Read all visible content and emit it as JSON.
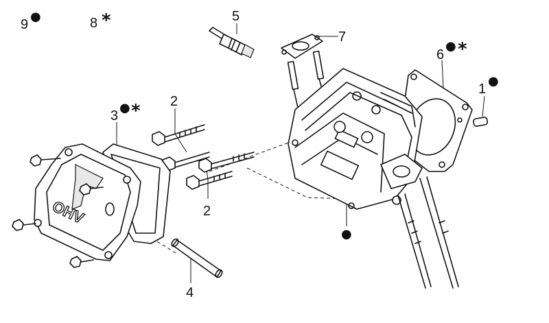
{
  "callouts": [
    {
      "id": "9",
      "label": "9",
      "marks": [
        "●"
      ]
    },
    {
      "id": "8",
      "label": "8",
      "marks": [
        "*"
      ]
    },
    {
      "id": "5",
      "label": "5",
      "marks": []
    },
    {
      "id": "7",
      "label": "7",
      "marks": []
    },
    {
      "id": "6",
      "label": "6",
      "marks": [
        "●",
        "*"
      ]
    },
    {
      "id": "1",
      "label": "1",
      "marks": [
        "●"
      ]
    },
    {
      "id": "3",
      "label": "3",
      "marks": [
        "●",
        "*"
      ]
    },
    {
      "id": "2a",
      "label": "2",
      "marks": []
    },
    {
      "id": "2b",
      "label": "2",
      "marks": []
    },
    {
      "id": "4",
      "label": "4",
      "marks": []
    },
    {
      "id": "dot",
      "label": "",
      "marks": [
        "●"
      ]
    }
  ],
  "cover_logo": "OHV"
}
